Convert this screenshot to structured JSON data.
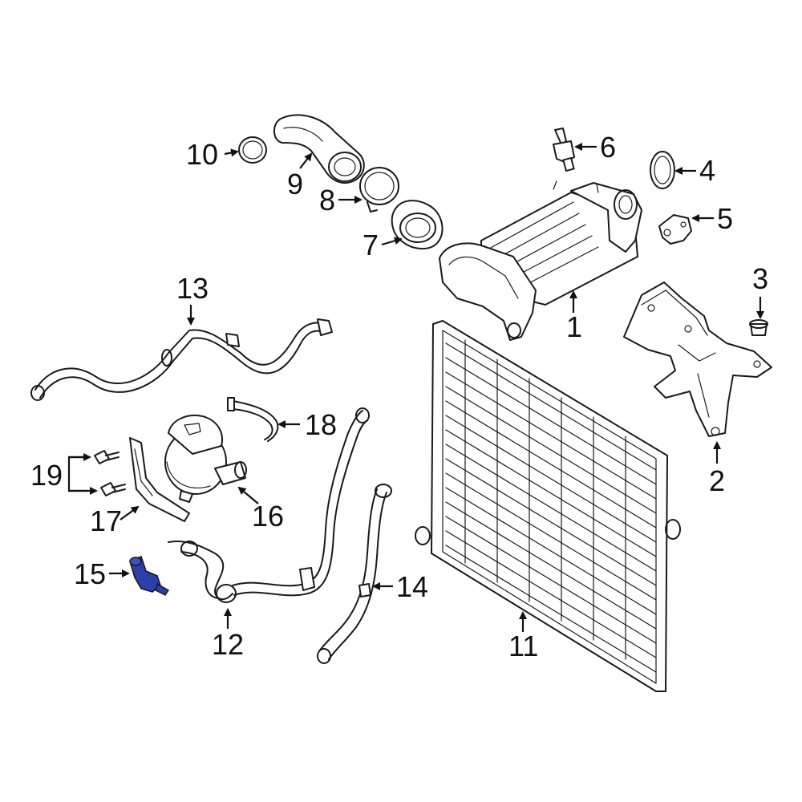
{
  "diagram": {
    "callouts": {
      "c1": "1",
      "c2": "2",
      "c3": "3",
      "c4": "4",
      "c5": "5",
      "c6": "6",
      "c7": "7",
      "c8": "8",
      "c9": "9",
      "c10": "10",
      "c11": "11",
      "c12": "12",
      "c13": "13",
      "c14": "14",
      "c15": "15",
      "c16": "16",
      "c17": "17",
      "c18": "18",
      "c19": "19"
    },
    "colors": {
      "line": "#1a1a1a",
      "highlight": "#2b3fa8",
      "background": "#ffffff"
    }
  }
}
